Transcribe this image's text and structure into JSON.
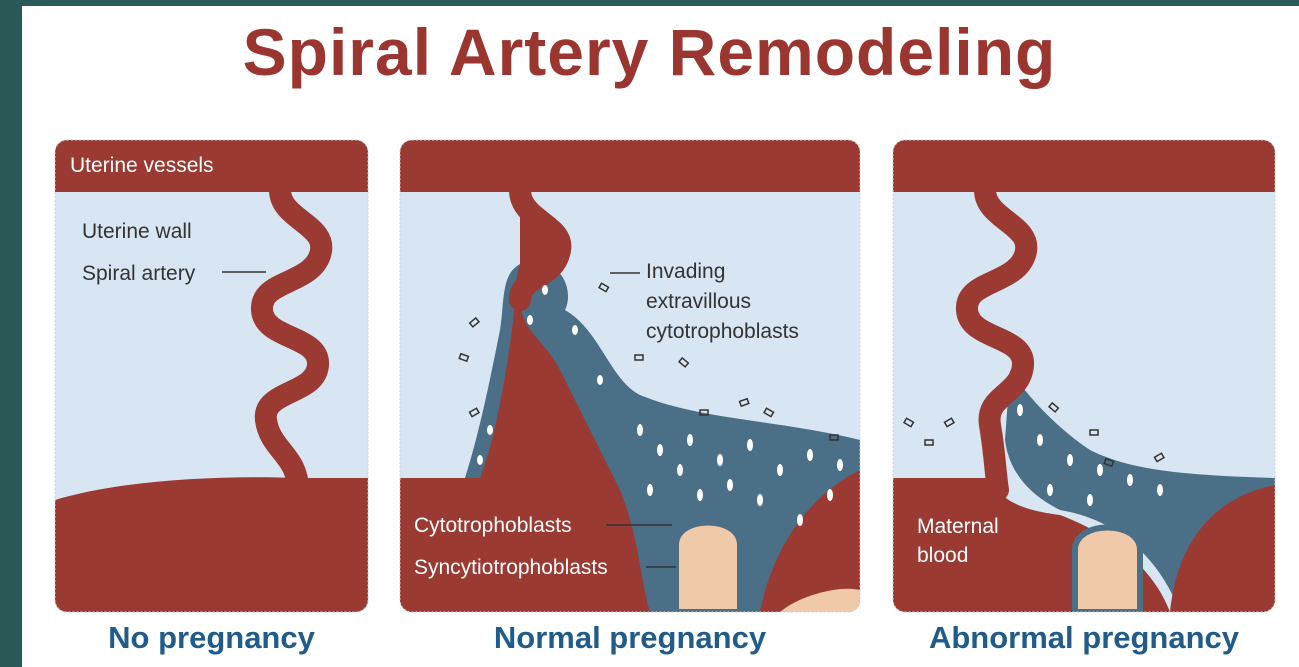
{
  "title": "Spiral Artery Remodeling",
  "panels": {
    "no_pregnancy": {
      "caption": "No pregnancy",
      "labels": {
        "uterine_vessels": "Uterine vessels",
        "uterine_wall": "Uterine wall",
        "spiral_artery": "Spiral artery"
      }
    },
    "normal_pregnancy": {
      "caption": "Normal pregnancy",
      "labels": {
        "invading_line1": "Invading",
        "invading_line2": "extravillous",
        "invading_line3": "cytotrophoblasts",
        "cytotrophoblasts": "Cytotrophoblasts",
        "syncytiotrophoblasts": "Syncytiotrophoblasts"
      }
    },
    "abnormal_pregnancy": {
      "caption": "Abnormal pregnancy",
      "labels": {
        "maternal_line1": "Maternal",
        "maternal_line2": "blood"
      }
    }
  },
  "colors": {
    "title": "#9b3530",
    "blood": "#9b3a33",
    "wall": "#d7e6f2",
    "trophoblast": "#4a6f86",
    "villus": "#efc9a8",
    "caption": "#1f5c8c"
  }
}
